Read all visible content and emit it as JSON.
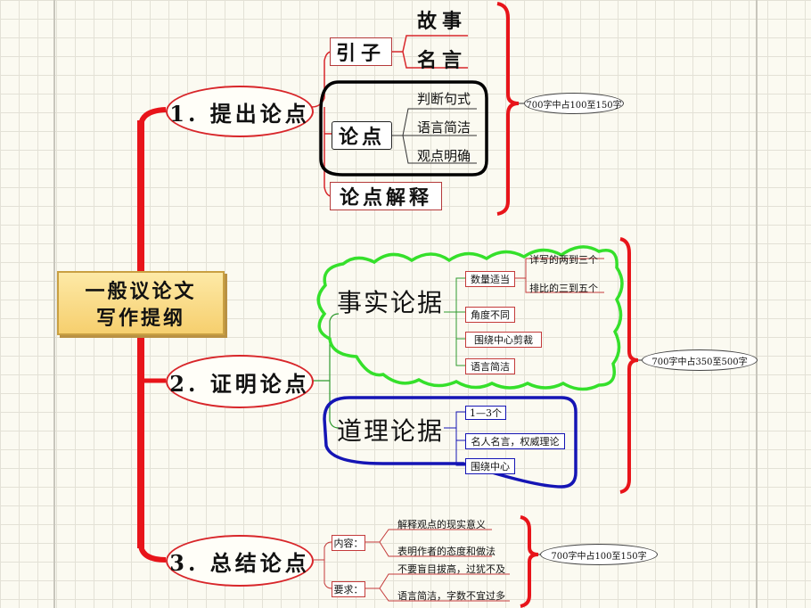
{
  "root": {
    "line1": "一般议论文",
    "line2": "写作提纲"
  },
  "branches": {
    "b1": {
      "label": "1. 提出论点",
      "yinzi": {
        "label": "引子",
        "items": [
          "故事",
          "名言"
        ]
      },
      "lundian": {
        "label": "论点",
        "items": [
          "判断句式",
          "语言简洁",
          "观点明确"
        ]
      },
      "jieshi": "论点解释",
      "note": "700字中占100至150字"
    },
    "b2": {
      "label": "2. 证明论点",
      "shishi": {
        "label": "事实论据",
        "shuliang": "数量适当",
        "shuliang_items": [
          "详写的两到三个",
          "排比的三到五个"
        ],
        "items": [
          "角度不同",
          "围绕中心剪裁",
          "语言简洁"
        ]
      },
      "daoli": {
        "label": "道理论据",
        "items": [
          "1—3个",
          "名人名言，权威理论",
          "围绕中心"
        ]
      },
      "note": "700字中占350至500字"
    },
    "b3": {
      "label": "3. 总结论点",
      "neirong": {
        "label": "内容：",
        "items": [
          "解释观点的现实意义",
          "表明作者的态度和做法"
        ]
      },
      "yaoqiu": {
        "label": "要求：",
        "items": [
          "不要盲目拔高，过犹不及",
          "语言简洁，字数不宜过多"
        ]
      },
      "note": "700字中占100至150字"
    }
  },
  "colors": {
    "red": "#d8262a",
    "green": "#35e02b",
    "blue": "#1515b5",
    "black": "#000000",
    "gold": "#f6cf6e"
  }
}
